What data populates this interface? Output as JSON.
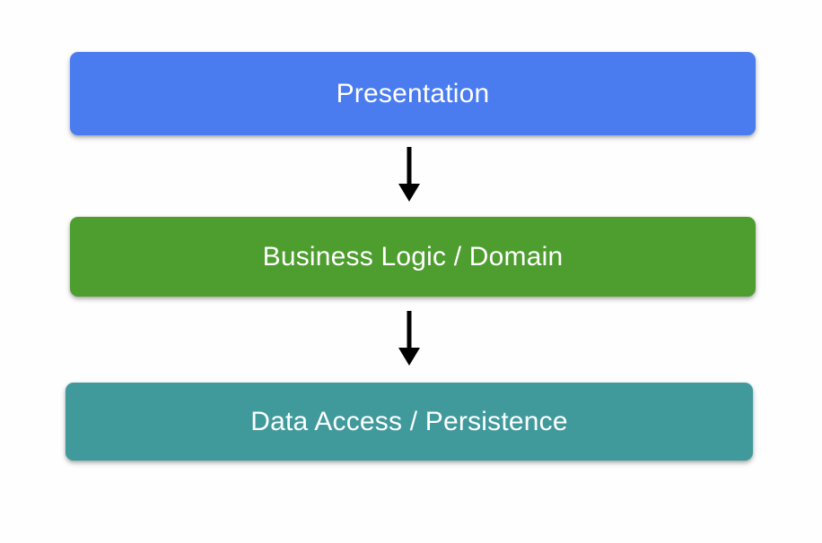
{
  "diagram": {
    "type": "layered-architecture-flow",
    "background_color": "#fefefe",
    "layers": [
      {
        "id": "presentation",
        "label": "Presentation",
        "color": "#4a7cf0",
        "text_color": "#ffffff"
      },
      {
        "id": "business",
        "label": "Business Logic / Domain",
        "color": "#4e9e2f",
        "text_color": "#ffffff"
      },
      {
        "id": "data",
        "label": "Data Access / Persistence",
        "color": "#409a9c",
        "text_color": "#ffffff"
      }
    ],
    "connectors": [
      {
        "id": "presentation-to-business",
        "from": "presentation",
        "to": "business",
        "style": "solid",
        "direction": "down",
        "color": "#000000"
      },
      {
        "id": "business-to-data",
        "from": "business",
        "to": "data",
        "style": "solid",
        "direction": "down",
        "color": "#000000"
      }
    ]
  }
}
